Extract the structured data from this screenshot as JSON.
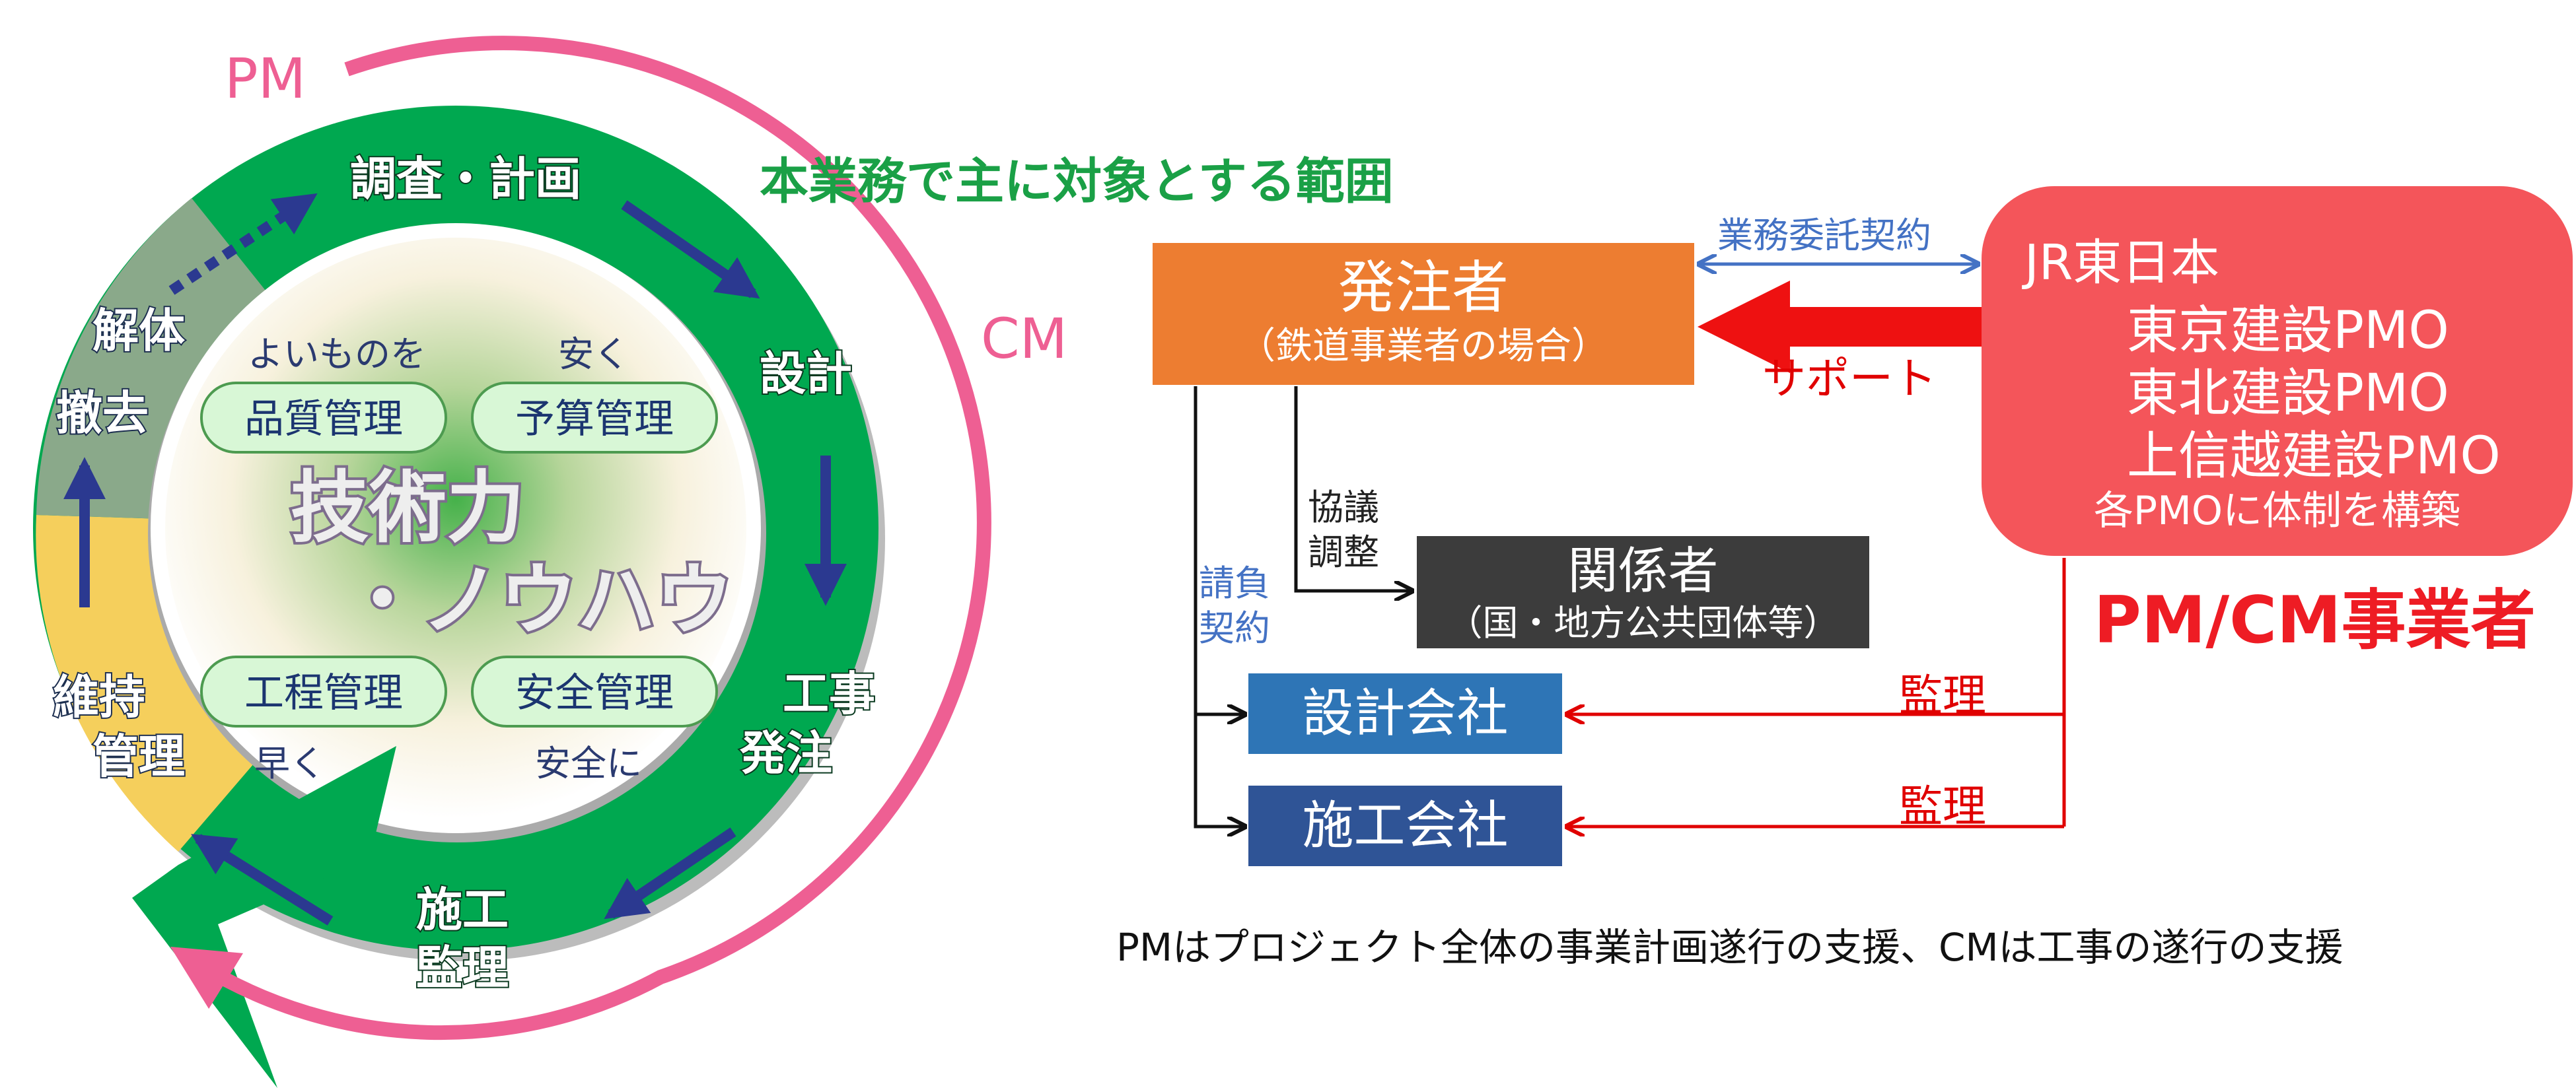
{
  "cycle": {
    "pm_label": "PM",
    "cm_label": "CM",
    "scope_label": "本業務で主に対象とする範囲",
    "stages": {
      "survey_plan": "調査・計画",
      "design": "設計",
      "construction_order_1": "工事",
      "construction_order_2": "発注",
      "construction_supervision_1": "施工",
      "construction_supervision_2": "監理",
      "maintenance_1": "維持",
      "maintenance_2": "管理",
      "demolition_1": "解体",
      "demolition_2": "撤去"
    },
    "center": {
      "line1": "技術力",
      "line2": "・ノウハウ",
      "pills": {
        "quality": "品質管理",
        "budget": "予算管理",
        "schedule": "工程管理",
        "safety": "安全管理"
      },
      "captions": {
        "quality": "よいものを",
        "budget": "安く",
        "schedule": "早く",
        "safety": "安全に"
      }
    },
    "colors": {
      "green_ring": "#00a850",
      "pink_arrow": "#ee5f93",
      "blue_arrow": "#2b3990",
      "yellow_segment": "#f5cf5c",
      "gray_segment": "#8aa98a"
    }
  },
  "org": {
    "client": {
      "title": "発注者",
      "subtitle": "（鉄道事業者の場合）"
    },
    "pm_cm": {
      "title": "JR東日本",
      "pmo_items": [
        "東京建設PMO",
        "東北建設PMO",
        "上信越建設PMO"
      ],
      "note": "各PMOに体制を構築",
      "caption": "PM/CM事業者"
    },
    "stakeholders": {
      "title": "関係者",
      "subtitle": "（国・地方公共団体等）"
    },
    "design_company": "設計会社",
    "construction_company": "施工会社",
    "labels": {
      "contract": "業務委託契約",
      "support": "サポート",
      "consultation_1": "協議",
      "consultation_2": "調整",
      "order_contract_1": "請負",
      "order_contract_2": "契約",
      "supervision_design": "監理",
      "supervision_construction": "監理"
    },
    "note": "PMはプロジェクト全体の事業計画遂行の支援、CMは工事の遂行の支援",
    "colors": {
      "client": "#ed7d31",
      "pm_cm": "#f4555a",
      "stakeholders": "#3c3c3c",
      "design": "#2e75b6",
      "construction": "#2f5496",
      "red": "#e00000",
      "blue": "#4472c4"
    }
  }
}
